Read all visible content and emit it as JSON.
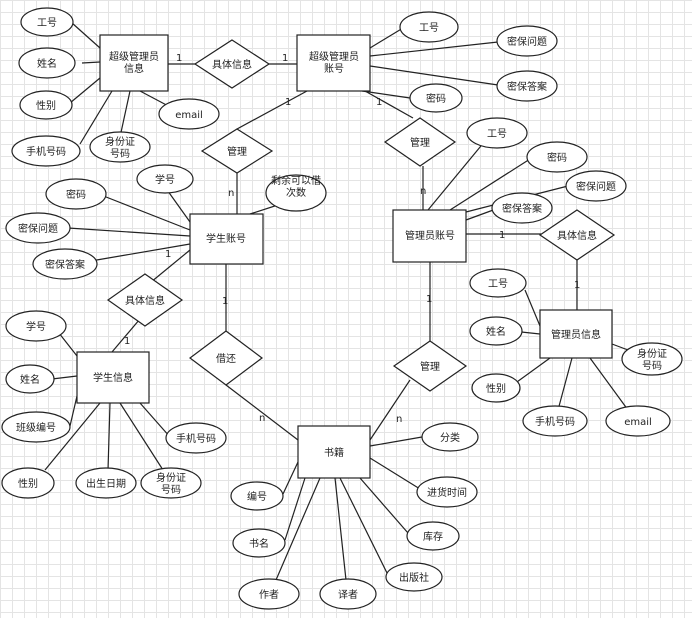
{
  "entities": [
    {
      "id": "superadmin_info",
      "label": "超级管理员信息"
    },
    {
      "id": "superadmin_account",
      "label": "超级管理员账号"
    },
    {
      "id": "student_account",
      "label": "学生账号"
    },
    {
      "id": "admin_account",
      "label": "管理员账号"
    },
    {
      "id": "student_info",
      "label": "学生信息"
    },
    {
      "id": "admin_info",
      "label": "管理员信息"
    },
    {
      "id": "books",
      "label": "书籍"
    }
  ],
  "relationships": [
    {
      "id": "rel_detail_super",
      "label": "具体信息"
    },
    {
      "id": "rel_manage_student",
      "label": "管理"
    },
    {
      "id": "rel_manage_admin",
      "label": "管理"
    },
    {
      "id": "rel_detail_student",
      "label": "具体信息"
    },
    {
      "id": "rel_detail_admin",
      "label": "具体信息"
    },
    {
      "id": "rel_borrow",
      "label": "借还"
    },
    {
      "id": "rel_manage_books",
      "label": "管理"
    }
  ],
  "attributes": [
    {
      "id": "a_si_no",
      "label": "工号",
      "entity": "superadmin_info"
    },
    {
      "id": "a_si_name",
      "label": "姓名",
      "entity": "superadmin_info"
    },
    {
      "id": "a_si_gender",
      "label": "性别",
      "entity": "superadmin_info"
    },
    {
      "id": "a_si_phone",
      "label": "手机号码",
      "entity": "superadmin_info"
    },
    {
      "id": "a_si_idcard",
      "label": "身份证号码",
      "entity": "superadmin_info"
    },
    {
      "id": "a_si_email",
      "label": "email",
      "entity": "superadmin_info"
    },
    {
      "id": "a_sa_no",
      "label": "工号",
      "entity": "superadmin_account"
    },
    {
      "id": "a_sa_q",
      "label": "密保问题",
      "entity": "superadmin_account"
    },
    {
      "id": "a_sa_a",
      "label": "密保答案",
      "entity": "superadmin_account"
    },
    {
      "id": "a_sa_pwd",
      "label": "密码",
      "entity": "superadmin_account"
    },
    {
      "id": "a_st_pwd",
      "label": "密码",
      "entity": "student_account"
    },
    {
      "id": "a_st_no",
      "label": "学号",
      "entity": "student_account"
    },
    {
      "id": "a_st_remain",
      "label": "剩余可以借次数",
      "entity": "student_account"
    },
    {
      "id": "a_st_q",
      "label": "密保问题",
      "entity": "student_account"
    },
    {
      "id": "a_st_a",
      "label": "密保答案",
      "entity": "student_account"
    },
    {
      "id": "a_aa_no",
      "label": "工号",
      "entity": "admin_account"
    },
    {
      "id": "a_aa_pwd",
      "label": "密码",
      "entity": "admin_account"
    },
    {
      "id": "a_aa_q",
      "label": "密保问题",
      "entity": "admin_account"
    },
    {
      "id": "a_aa_a",
      "label": "密保答案",
      "entity": "admin_account"
    },
    {
      "id": "a_sti_no",
      "label": "学号",
      "entity": "student_info"
    },
    {
      "id": "a_sti_name",
      "label": "姓名",
      "entity": "student_info"
    },
    {
      "id": "a_sti_class",
      "label": "班级编号",
      "entity": "student_info"
    },
    {
      "id": "a_sti_gender",
      "label": "性别",
      "entity": "student_info"
    },
    {
      "id": "a_sti_birth",
      "label": "出生日期",
      "entity": "student_info"
    },
    {
      "id": "a_sti_idcard",
      "label": "身份证号码",
      "entity": "student_info"
    },
    {
      "id": "a_sti_phone",
      "label": "手机号码",
      "entity": "student_info"
    },
    {
      "id": "a_ai_no",
      "label": "工号",
      "entity": "admin_info"
    },
    {
      "id": "a_ai_name",
      "label": "姓名",
      "entity": "admin_info"
    },
    {
      "id": "a_ai_gender",
      "label": "性别",
      "entity": "admin_info"
    },
    {
      "id": "a_ai_phone",
      "label": "手机号码",
      "entity": "admin_info"
    },
    {
      "id": "a_ai_email",
      "label": "email",
      "entity": "admin_info"
    },
    {
      "id": "a_ai_idcard",
      "label": "身份证号码",
      "entity": "admin_info"
    },
    {
      "id": "a_bk_cat",
      "label": "分类",
      "entity": "books"
    },
    {
      "id": "a_bk_time",
      "label": "进货时间",
      "entity": "books"
    },
    {
      "id": "a_bk_stock",
      "label": "库存",
      "entity": "books"
    },
    {
      "id": "a_bk_pub",
      "label": "出版社",
      "entity": "books"
    },
    {
      "id": "a_bk_trans",
      "label": "译者",
      "entity": "books"
    },
    {
      "id": "a_bk_author",
      "label": "作者",
      "entity": "books"
    },
    {
      "id": "a_bk_title",
      "label": "书名",
      "entity": "books"
    },
    {
      "id": "a_bk_no",
      "label": "编号",
      "entity": "books"
    }
  ],
  "cardinalities": [
    {
      "id": "c1",
      "label": "1"
    },
    {
      "id": "c2",
      "label": "1"
    },
    {
      "id": "c3",
      "label": "1"
    },
    {
      "id": "c4",
      "label": "n"
    },
    {
      "id": "c5",
      "label": "1"
    },
    {
      "id": "c6",
      "label": "n"
    },
    {
      "id": "c7",
      "label": "1"
    },
    {
      "id": "c8",
      "label": "1"
    },
    {
      "id": "c9",
      "label": "1"
    },
    {
      "id": "c10",
      "label": "1"
    },
    {
      "id": "c11",
      "label": "1"
    },
    {
      "id": "c12",
      "label": "n"
    },
    {
      "id": "c13",
      "label": "1"
    },
    {
      "id": "c14",
      "label": "n"
    }
  ]
}
